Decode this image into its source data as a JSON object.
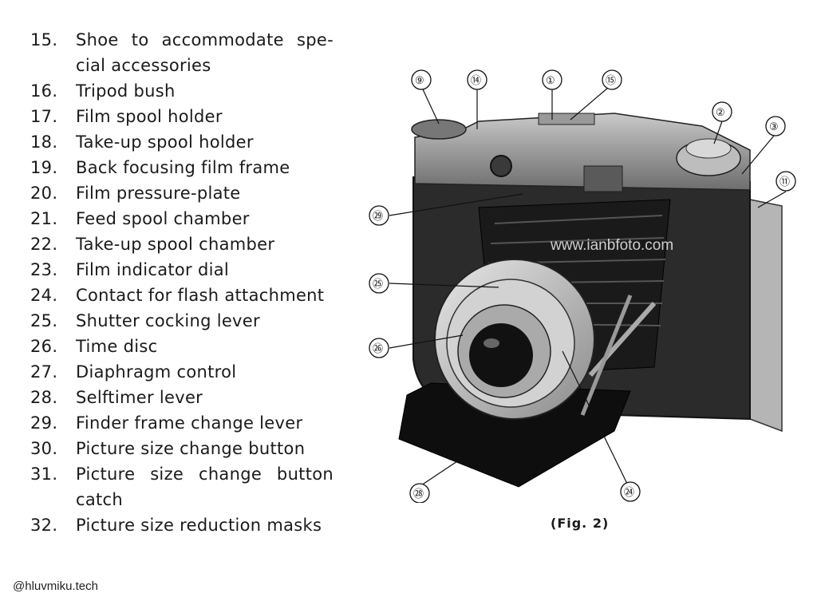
{
  "parts": [
    {
      "num": "15.",
      "text": "Shoe to accommodate spe-",
      "cont": "cial accessories"
    },
    {
      "num": "16.",
      "text": "Tripod bush"
    },
    {
      "num": "17.",
      "text": "Film spool holder"
    },
    {
      "num": "18.",
      "text": "Take-up spool holder"
    },
    {
      "num": "19.",
      "text": "Back focusing film frame"
    },
    {
      "num": "20.",
      "text": "Film pressure-plate"
    },
    {
      "num": "21.",
      "text": "Feed spool chamber"
    },
    {
      "num": "22.",
      "text": "Take-up spool chamber"
    },
    {
      "num": "23.",
      "text": "Film indicator dial"
    },
    {
      "num": "24.",
      "text": "Contact for flash attachment"
    },
    {
      "num": "25.",
      "text": "Shutter cocking lever"
    },
    {
      "num": "26.",
      "text": "Time disc"
    },
    {
      "num": "27.",
      "text": "Diaphragm control"
    },
    {
      "num": "28.",
      "text": "Selftimer lever"
    },
    {
      "num": "29.",
      "text": "Finder frame change lever"
    },
    {
      "num": "30.",
      "text": "Picture size change button"
    },
    {
      "num": "31.",
      "text": "Picture size change button",
      "cont": "catch"
    },
    {
      "num": "32.",
      "text": "Picture size reduction masks"
    }
  ],
  "callouts": [
    "⑨",
    "⑭",
    "①",
    "⑮",
    "②",
    "③",
    "⑪",
    "㉙",
    "㉕",
    "㉖",
    "㉘",
    "㉔"
  ],
  "watermark": "www.ianbfoto.com",
  "caption": "(Fig. 2)",
  "credit": "@hluvmiku.tech"
}
